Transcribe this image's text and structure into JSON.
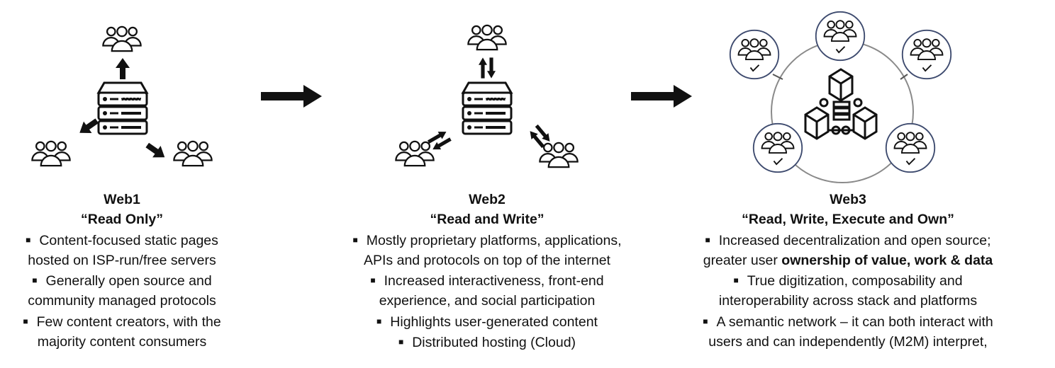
{
  "colors": {
    "ink": "#111111",
    "user_circle": "#3d4a6e",
    "network_circle": "#8a8a8a"
  },
  "icons": [
    "users-group-icon",
    "server-icon",
    "arrow-icon",
    "blockchain-icon",
    "checkmark-icon"
  ],
  "columns": [
    {
      "title": "Web1",
      "subtitle": "“Read Only”",
      "bullets": [
        [
          "Content-focused static pages",
          "hosted on ISP-run/free servers"
        ],
        [
          "Generally open source and",
          "community managed protocols"
        ],
        [
          "Few content creators, with the",
          "majority content consumers"
        ]
      ]
    },
    {
      "title": "Web2",
      "subtitle": "“Read and Write”",
      "bullets": [
        [
          "Mostly proprietary platforms, applications,",
          "APIs and protocols on top of the internet"
        ],
        [
          "Increased interactiveness, front-end",
          "experience, and social participation"
        ],
        [
          "Highlights user-generated content"
        ],
        [
          "Distributed hosting (Cloud)"
        ]
      ]
    },
    {
      "title": "Web3",
      "subtitle": "“Read, Write, Execute and Own”",
      "bullets": [
        [
          "Increased decentralization and open source;",
          "greater user "
        ],
        [
          "True digitization, composability and",
          "interoperability across stack and platforms"
        ],
        [
          "A semantic network – it can both interact with",
          "users and can independently (M2M) interpret,"
        ]
      ],
      "bold_text": "ownership of value, work & data"
    }
  ]
}
